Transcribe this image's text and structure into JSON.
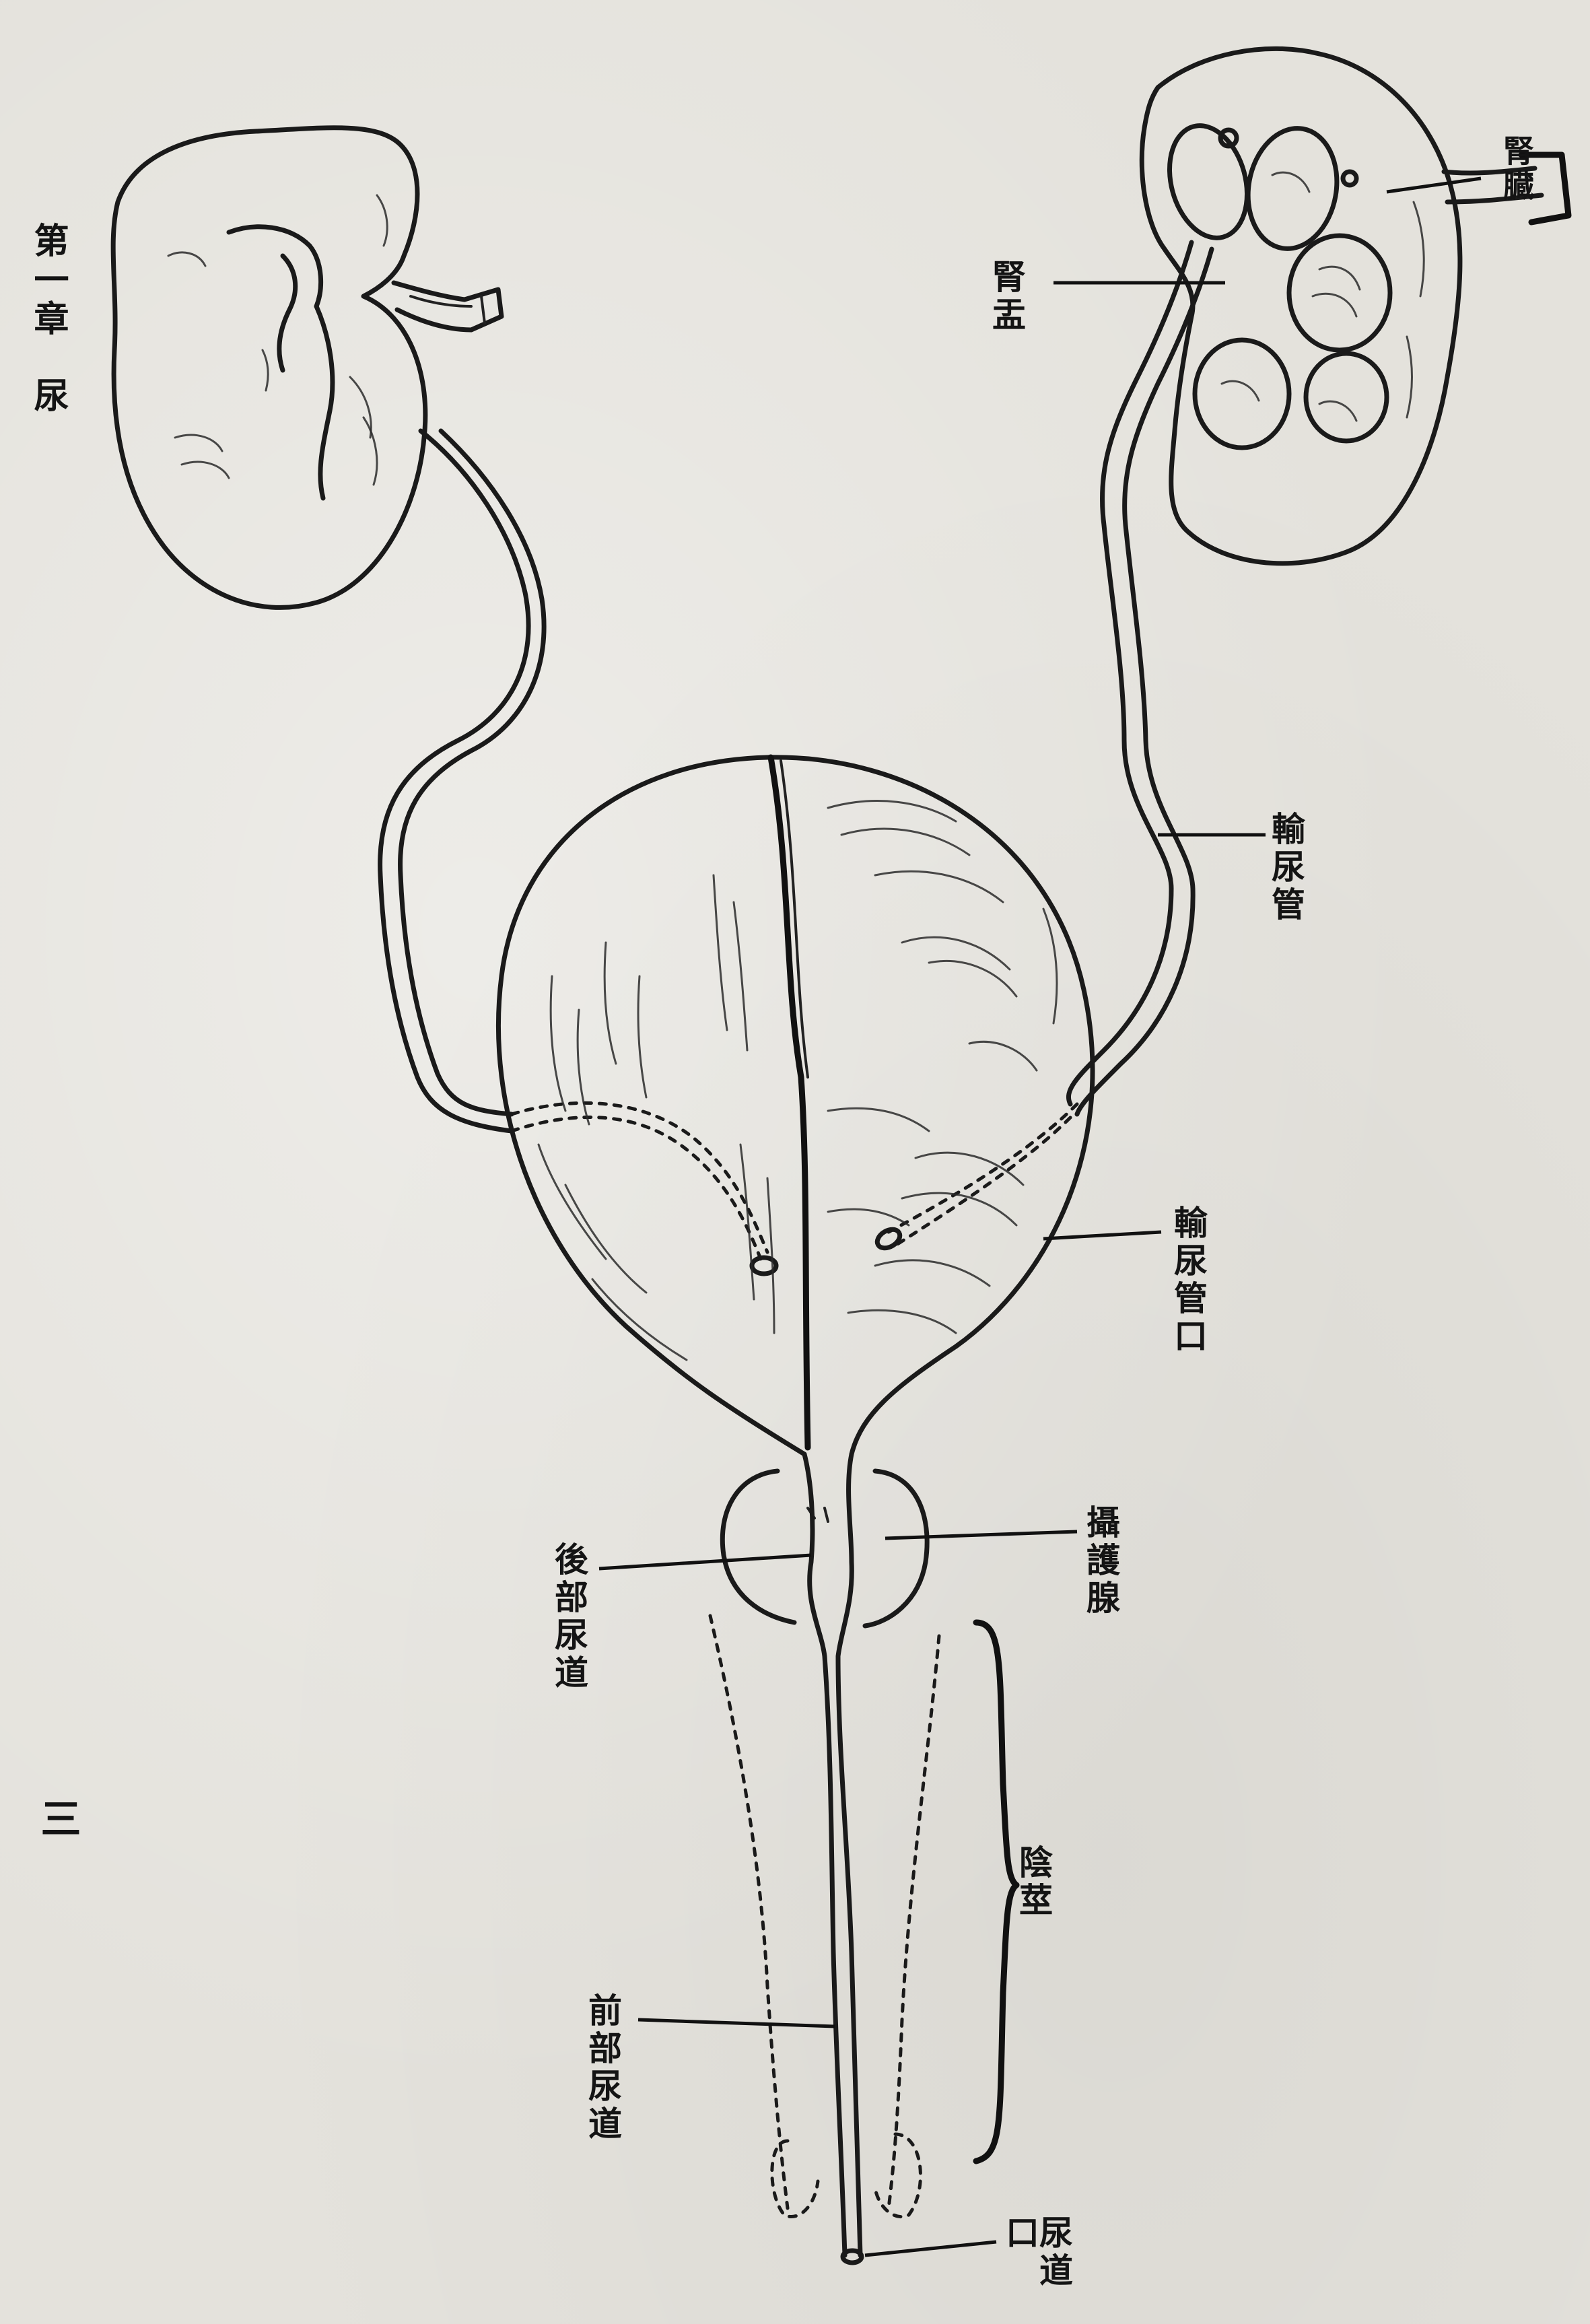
{
  "header": {
    "chapter": "第一章",
    "chapter_title": "尿"
  },
  "page_number": "三",
  "labels": {
    "renal_pelvis": "腎盂",
    "kidney": "腎臓",
    "ureter": "輸尿管",
    "ureteral_orifice": "輸尿管口",
    "prostate": "攝護腺",
    "posterior_urethra": "後部尿道",
    "penis": "陰莖",
    "anterior_urethra": "前部尿道",
    "urethral_meatus": "尿道口"
  },
  "colors": {
    "paper": "#e4e2dc",
    "ink": "#1a1a1a"
  }
}
